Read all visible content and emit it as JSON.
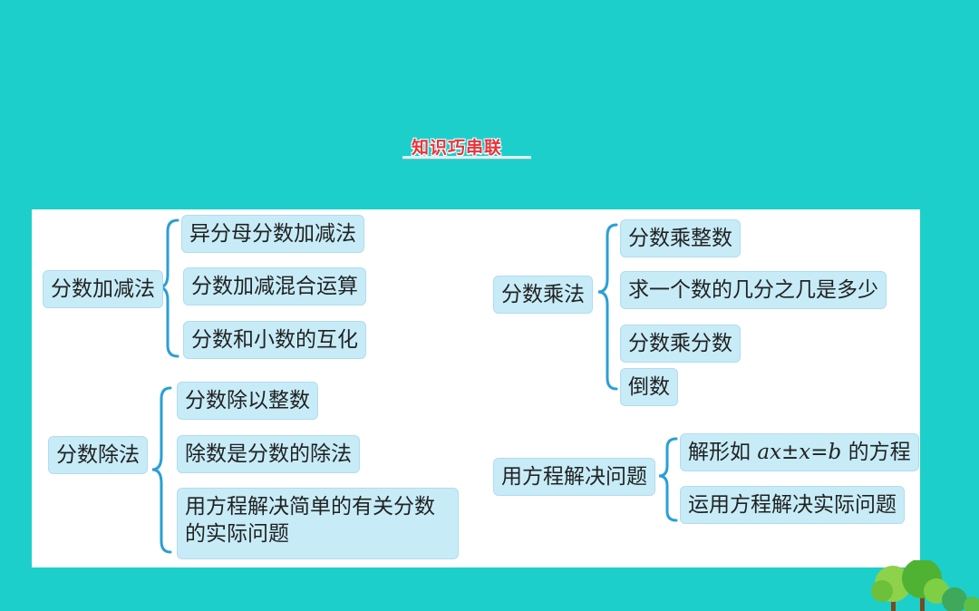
{
  "title": "知识巧串联",
  "colors": {
    "background": "#1ccfcb",
    "box_fill": "#c7ecf8",
    "brace": "#2a9fd6",
    "title": "#e8333a"
  },
  "groups": [
    {
      "label": "分数加减法",
      "items": [
        "异分母分数加减法",
        "分数加减混合运算",
        "分数和小数的互化"
      ]
    },
    {
      "label": "分数除法",
      "items": [
        "分数除以整数",
        "除数是分数的除法",
        "用方程解决简单的有关分数的实际问题"
      ]
    },
    {
      "label": "分数乘法",
      "items": [
        "分数乘整数",
        "求一个数的几分之几是多少",
        "分数乘分数",
        "倒数"
      ]
    },
    {
      "label": "用方程解决问题",
      "items": [
        {
          "prefix": "解形如 ",
          "var1": "ax",
          "op": "±",
          "var2": "x",
          "eq": "=",
          "var3": "b",
          "suffix": " 的方程"
        },
        "运用方程解决实际问题"
      ]
    }
  ]
}
